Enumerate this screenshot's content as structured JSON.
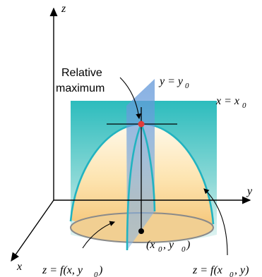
{
  "axes": {
    "z_label": "z",
    "y_label": "y",
    "x_label": "x"
  },
  "labels": {
    "relative_max_line1": "Relative",
    "relative_max_line2": "maximum",
    "plane_y": "y = y",
    "plane_y_sub": "0",
    "plane_x": "x = x",
    "plane_x_sub": "0",
    "point_open": "(x",
    "point_sub1": "0",
    "point_mid": ", y",
    "point_sub2": "0",
    "point_close": ")",
    "curve_left": "z = f(x, y",
    "curve_left_sub": "0",
    "curve_left_close": ")",
    "curve_right": "z = f(x",
    "curve_right_sub": "0",
    "curve_right_close": ", y)"
  },
  "colors": {
    "cylinder_top": "#2fbfbf",
    "cylinder_bottom": "#e9f7f5",
    "dome_top": "#fff6e0",
    "dome_bottom": "#f6c77a",
    "curve": "#22b3c0",
    "plane": "#6fa0dd",
    "max_point": "#e23c3c",
    "axis": "#000000"
  }
}
